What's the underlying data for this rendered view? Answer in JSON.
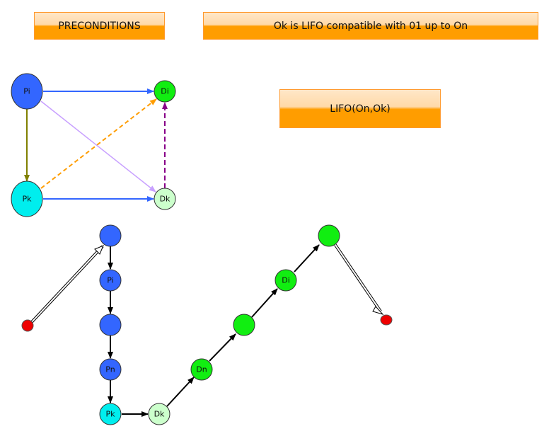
{
  "boxes": {
    "preconditions": "PRECONDITIONS",
    "compatible": "Ok is LIFO compatible with 01 up to On",
    "lifo": "LIFO(On,Ok)"
  },
  "top_graph": {
    "pi": "Pi",
    "pk": "Pk",
    "di": "Di",
    "dk": "Dk"
  },
  "bottom_graph": {
    "pi": "Pi",
    "pn": "Pn",
    "pk": "Pk",
    "dk": "Dk",
    "dn": "Dn",
    "di": "Di"
  },
  "colors": {
    "blue": "#3366ff",
    "cyan": "#00eeee",
    "green": "#11ee11",
    "light_green": "#ccffcc",
    "red": "#ee0000",
    "olive": "#808000",
    "orange": "#ff9d00",
    "lavender": "#c8a0ff",
    "purple": "#880088"
  }
}
